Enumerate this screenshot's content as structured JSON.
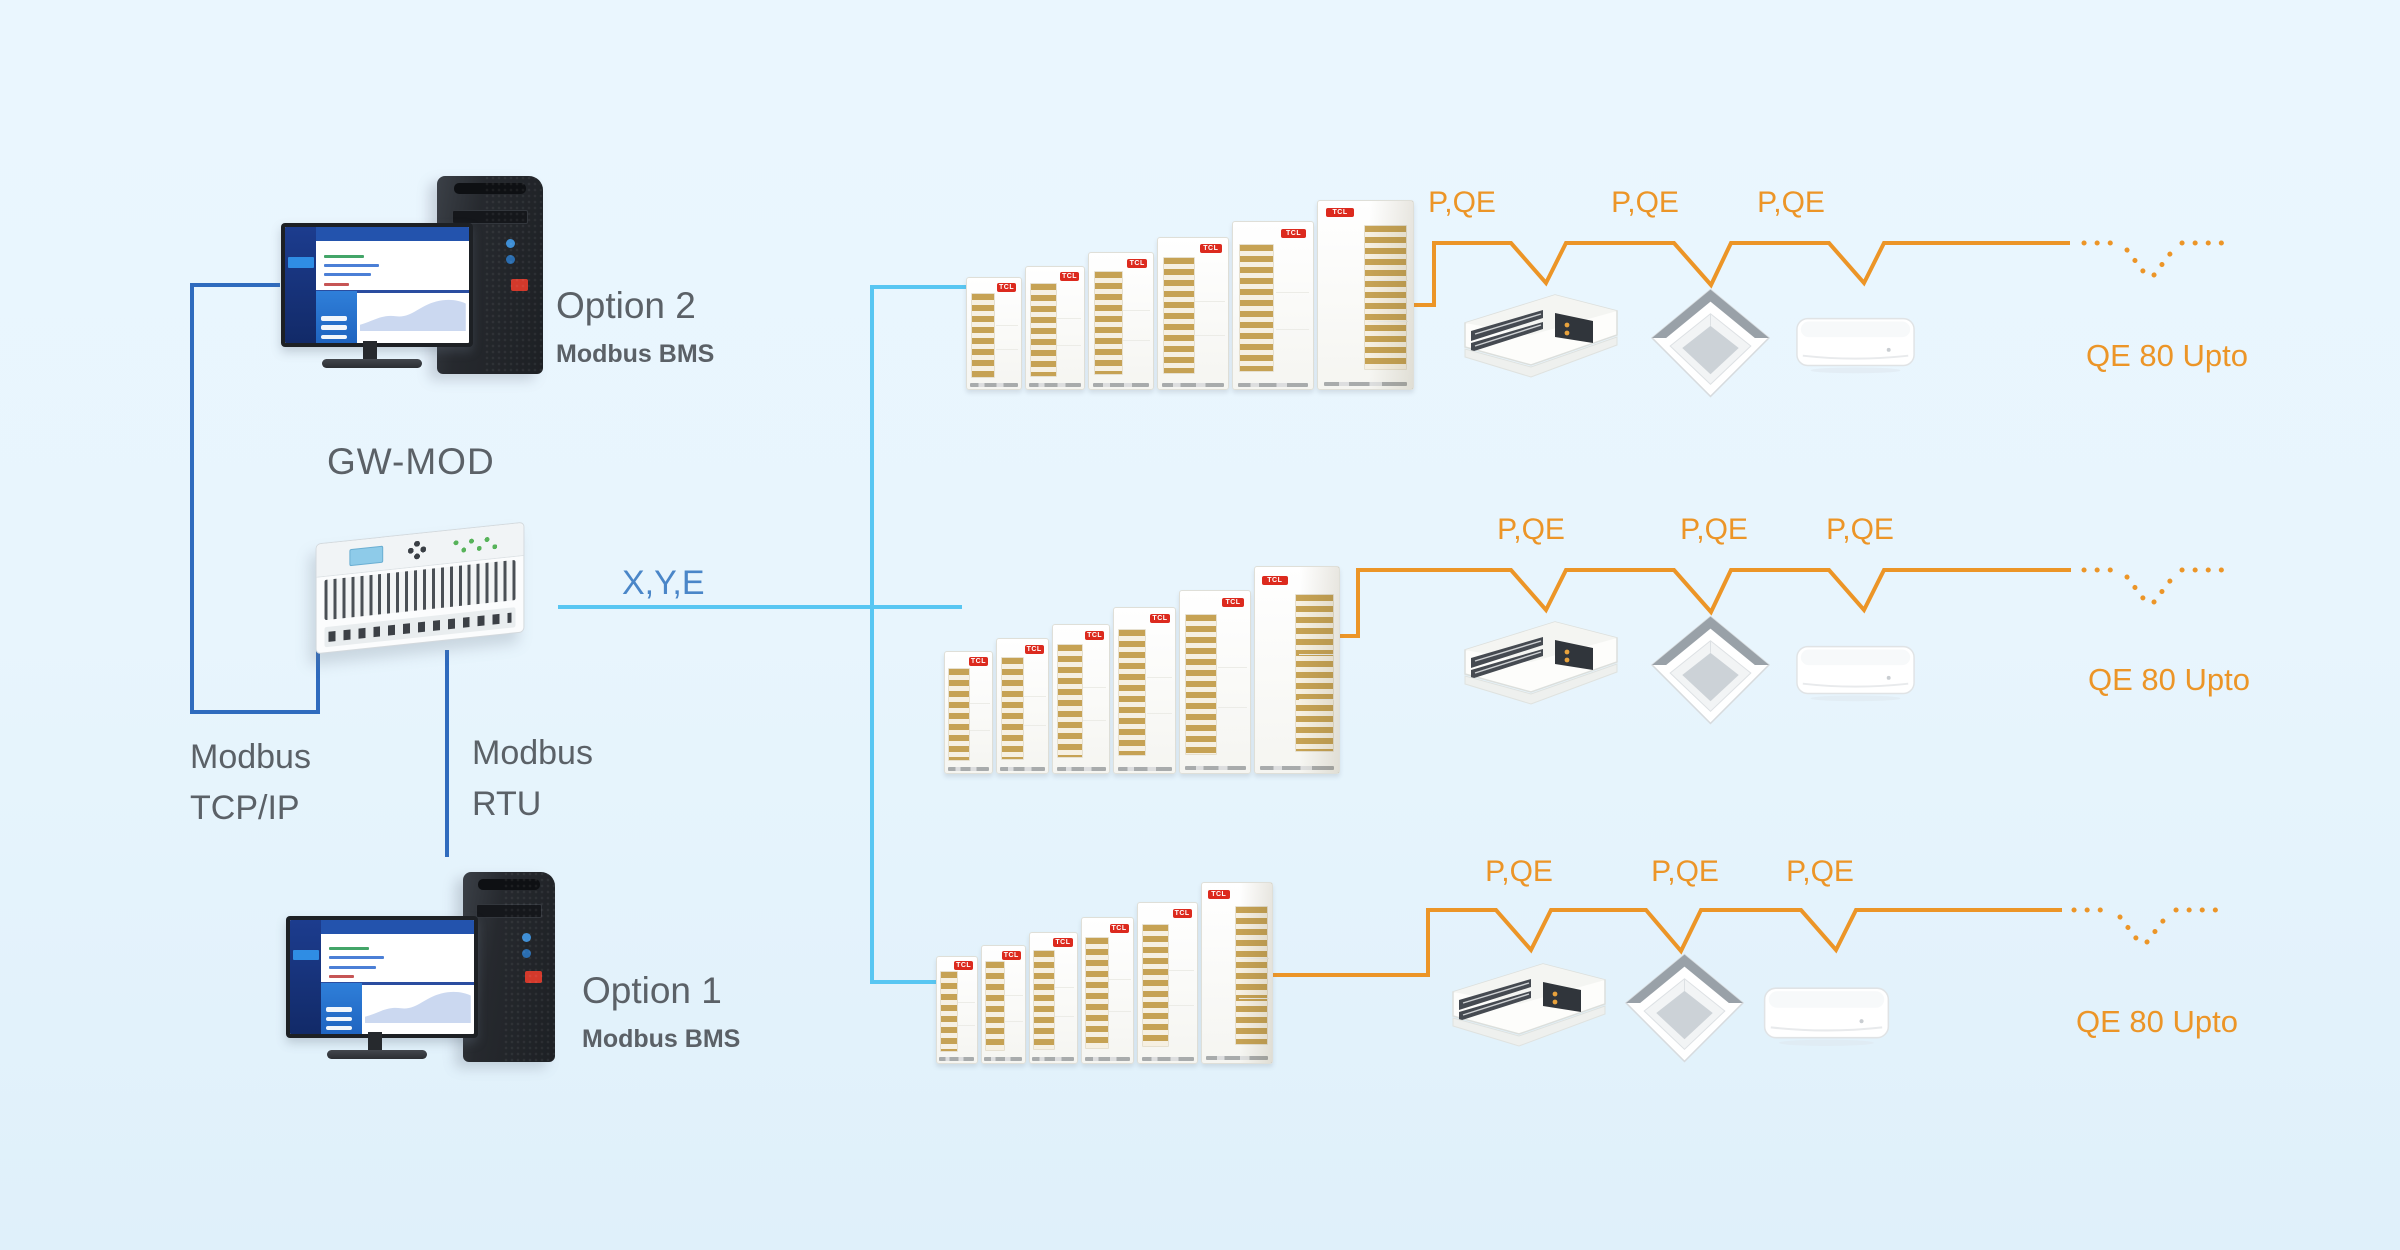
{
  "diagram": {
    "gateway_label": "GW-MOD",
    "xye_label": "X,Y,E",
    "tcpip_line1": "Modbus",
    "tcpip_line2": "TCP/IP",
    "rtu_line1": "Modbus",
    "rtu_line2": "RTU",
    "brand": "TCL",
    "computers": {
      "top": {
        "title": "Option 2",
        "subtitle": "Modbus BMS"
      },
      "bottom": {
        "title": "Option 1",
        "subtitle": "Modbus BMS"
      }
    },
    "rows": [
      {
        "pqe": [
          "P,QE",
          "P,QE",
          "P,QE"
        ],
        "capacity": "QE 80 Upto"
      },
      {
        "pqe": [
          "P,QE",
          "P,QE",
          "P,QE"
        ],
        "capacity": "QE 80 Upto"
      },
      {
        "pqe": [
          "P,QE",
          "P,QE",
          "P,QE"
        ],
        "capacity": "QE 80 Upto"
      }
    ],
    "indoor_unit_icons": [
      "duct-indoor-unit-icon",
      "cassette-indoor-unit-icon",
      "wall-mounted-indoor-unit-icon"
    ],
    "colors": {
      "background": "#EAF6FE",
      "orange": "#EC9527",
      "cyan_bus": "#58C6F2",
      "dark_blue_bus": "#2F6BBE",
      "bus_label_blue": "#4A86C8",
      "text_gray": "#5B6167",
      "tcl_red": "#DC2A1E",
      "louver_gold": "#C6A254"
    }
  }
}
